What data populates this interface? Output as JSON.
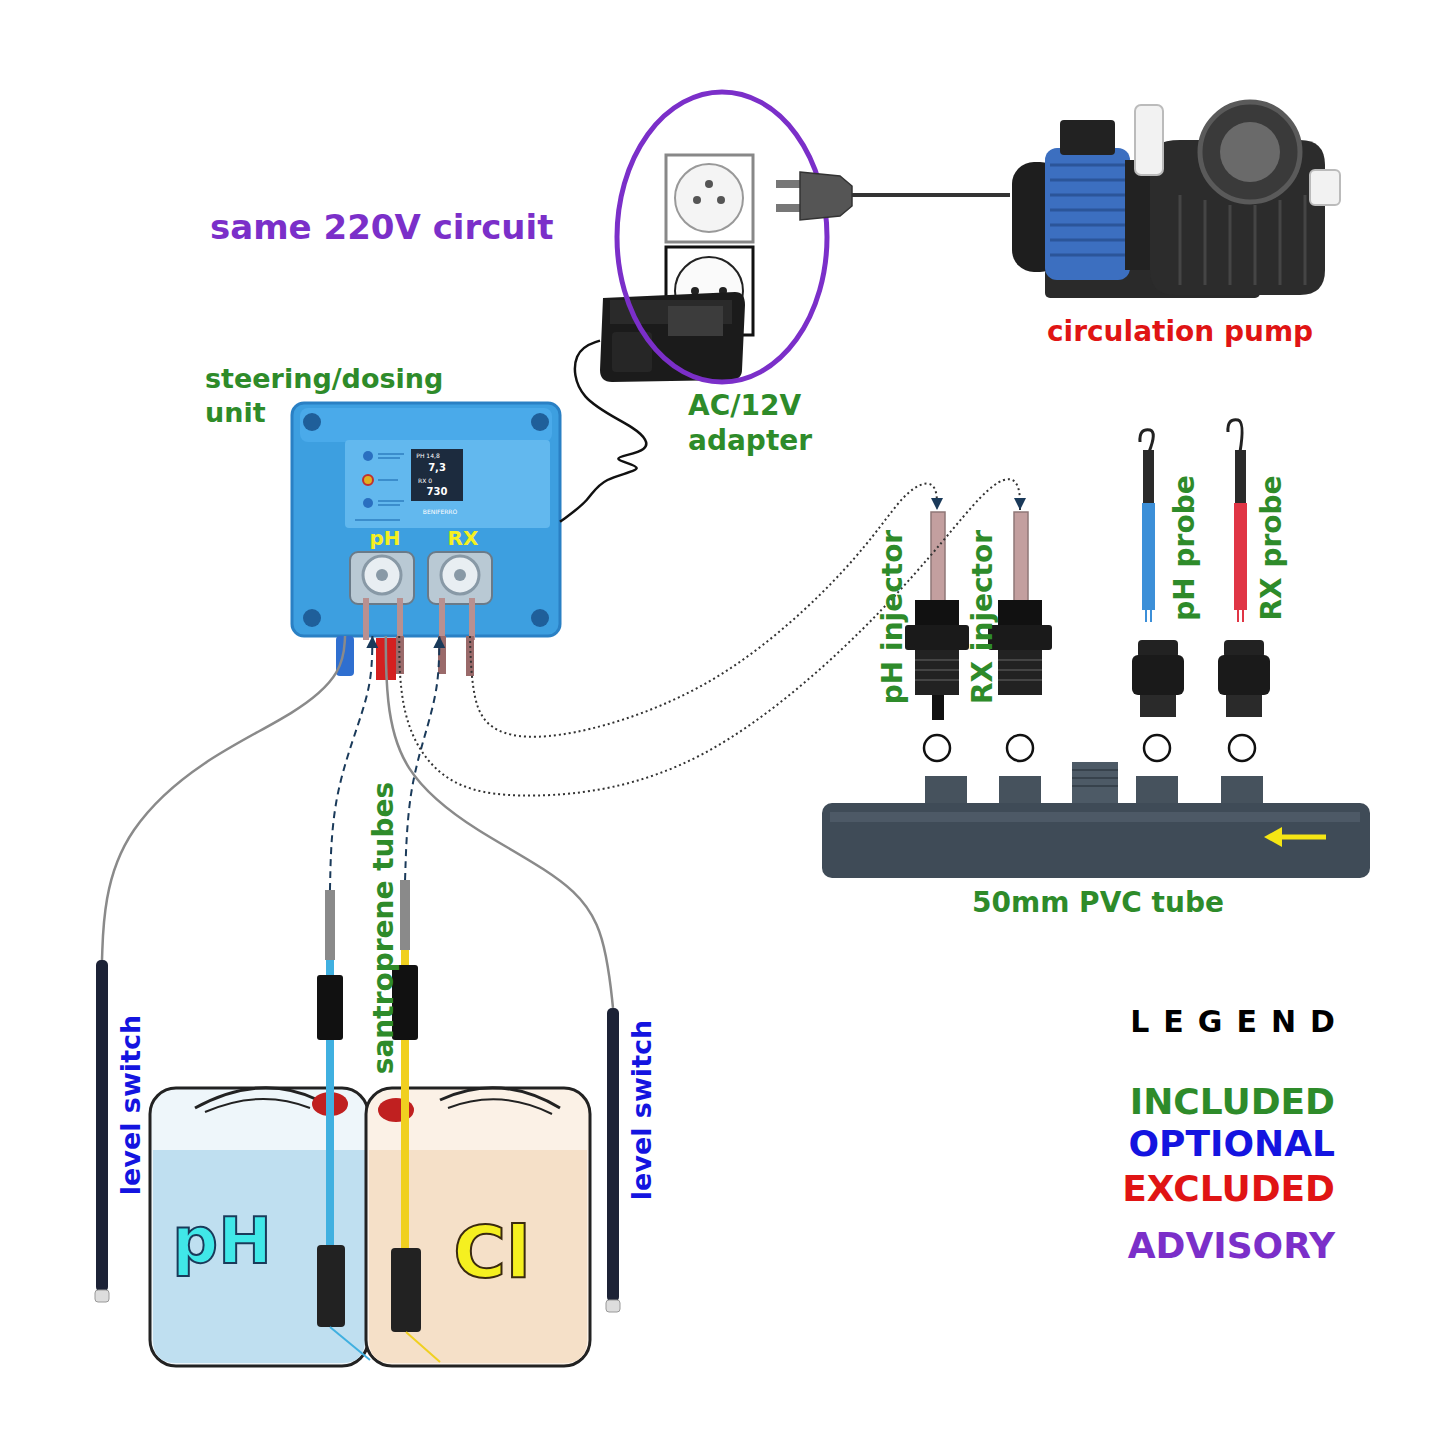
{
  "diagram": {
    "nodes": [
      {
        "text": [
          "steering/dosing unit",
          "PH 14,8",
          "7,3",
          "RX 0",
          "730",
          "BENIFERRO",
          "pH",
          "RX"
        ]
      },
      {
        "text": [
          "same 220V circuit"
        ]
      },
      {
        "text": [
          "AC/12V adapter"
        ]
      },
      {
        "text": [
          "circulation pump"
        ]
      },
      {
        "text": [
          "pH injector"
        ]
      },
      {
        "text": [
          "RX injector"
        ]
      },
      {
        "text": [
          "pH probe"
        ]
      },
      {
        "text": [
          "RX probe"
        ]
      },
      {
        "text": [
          "50mm PVC tube"
        ]
      },
      {
        "text": [
          "level switch"
        ]
      },
      {
        "text": [
          "pH"
        ]
      },
      {
        "text": [
          "Cl"
        ]
      },
      {
        "text": [
          "level switch"
        ]
      }
    ],
    "edges": [
      {
        "from": 3,
        "to": 1,
        "arrow": "none"
      },
      {
        "from": 2,
        "to": 0,
        "arrow": "none"
      },
      {
        "from": 10,
        "to": 0,
        "arrow": "to"
      },
      {
        "from": 11,
        "to": 0,
        "arrow": "to"
      },
      {
        "from": 0,
        "to": 4,
        "arrow": "to"
      },
      {
        "from": 0,
        "to": 5,
        "arrow": "to"
      },
      {
        "from": 9,
        "to": 0,
        "arrow": "none"
      },
      {
        "from": 12,
        "to": 0,
        "arrow": "none"
      }
    ],
    "labels": [
      "santroprene tubes",
      "LEGEND"
    ],
    "legend": [
      {
        "text": "INCLUDED",
        "color": "#2e8b2a"
      },
      {
        "text": "OPTIONAL",
        "color": "#1414e0"
      },
      {
        "text": "EXCLUDED",
        "color": "#e01414"
      },
      {
        "text": "ADVISORY",
        "color": "#7b2fc9"
      }
    ]
  }
}
